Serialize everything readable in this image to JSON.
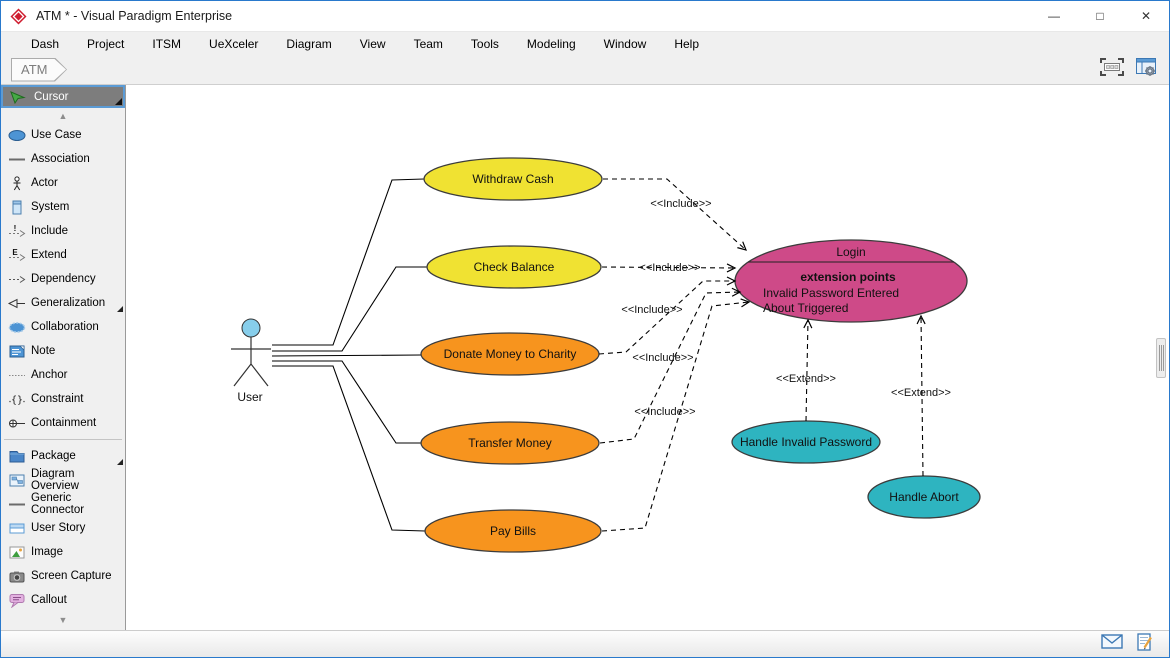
{
  "window": {
    "title": "ATM * - Visual Paradigm Enterprise",
    "controls": {
      "minimize": "—",
      "maximize": "□",
      "close": "✕"
    }
  },
  "menu": {
    "items": [
      "Dash",
      "Project",
      "ITSM",
      "UeXceler",
      "Diagram",
      "View",
      "Team",
      "Tools",
      "Modeling",
      "Window",
      "Help"
    ]
  },
  "toolbar": {
    "breadcrumb": "ATM",
    "icons": [
      "zoom-region-icon",
      "panel-settings-icon"
    ]
  },
  "sidebar": {
    "selected_tool": {
      "label": "Cursor",
      "icon": "cursor-icon"
    },
    "scroll_up": "▲",
    "scroll_down": "▼",
    "items": [
      {
        "label": "Use Case",
        "icon": "use-case-icon"
      },
      {
        "label": "Association",
        "icon": "association-icon"
      },
      {
        "label": "Actor",
        "icon": "actor-icon"
      },
      {
        "label": "System",
        "icon": "system-icon"
      },
      {
        "label": "Include",
        "icon": "include-icon"
      },
      {
        "label": "Extend",
        "icon": "extend-icon"
      },
      {
        "label": "Dependency",
        "icon": "dependency-icon"
      },
      {
        "label": "Generalization",
        "icon": "generalization-icon"
      },
      {
        "label": "Collaboration",
        "icon": "collaboration-icon"
      },
      {
        "label": "Note",
        "icon": "note-icon"
      },
      {
        "label": "Anchor",
        "icon": "anchor-icon"
      },
      {
        "label": "Constraint",
        "icon": "constraint-icon"
      },
      {
        "label": "Containment",
        "icon": "containment-icon"
      },
      {
        "label": "Package",
        "icon": "package-icon"
      },
      {
        "label": "Diagram Overview",
        "icon": "diagram-overview-icon"
      },
      {
        "label": "Generic Connector",
        "icon": "generic-connector-icon"
      },
      {
        "label": "User Story",
        "icon": "user-story-icon"
      },
      {
        "label": "Image",
        "icon": "image-icon"
      },
      {
        "label": "Screen Capture",
        "icon": "screen-capture-icon"
      },
      {
        "label": "Callout",
        "icon": "callout-icon"
      }
    ]
  },
  "diagram": {
    "actor": {
      "label": "User",
      "head_color": "#87CEEB"
    },
    "use_cases": [
      {
        "label": "Withdraw Cash",
        "color": "#F0E232"
      },
      {
        "label": "Check Balance",
        "color": "#F0E232"
      },
      {
        "label": "Donate Money to Charity",
        "color": "#F7941E"
      },
      {
        "label": "Transfer Money",
        "color": "#F7941E"
      },
      {
        "label": "Pay Bills",
        "color": "#F7941E"
      },
      {
        "label": "Handle Invalid Password",
        "color": "#2EB4C0"
      },
      {
        "label": "Handle Abort",
        "color": "#2EB4C0"
      }
    ],
    "login": {
      "name": "Login",
      "compartment_title": "extension points",
      "extension_points": [
        "Invalid Password Entered",
        "About Triggered"
      ],
      "color": "#CE4A88"
    },
    "include_label": "<<Include>>",
    "extend_label": "<<Extend>>"
  },
  "status_bar": {
    "icons": [
      "mail-icon",
      "edit-document-icon"
    ]
  }
}
